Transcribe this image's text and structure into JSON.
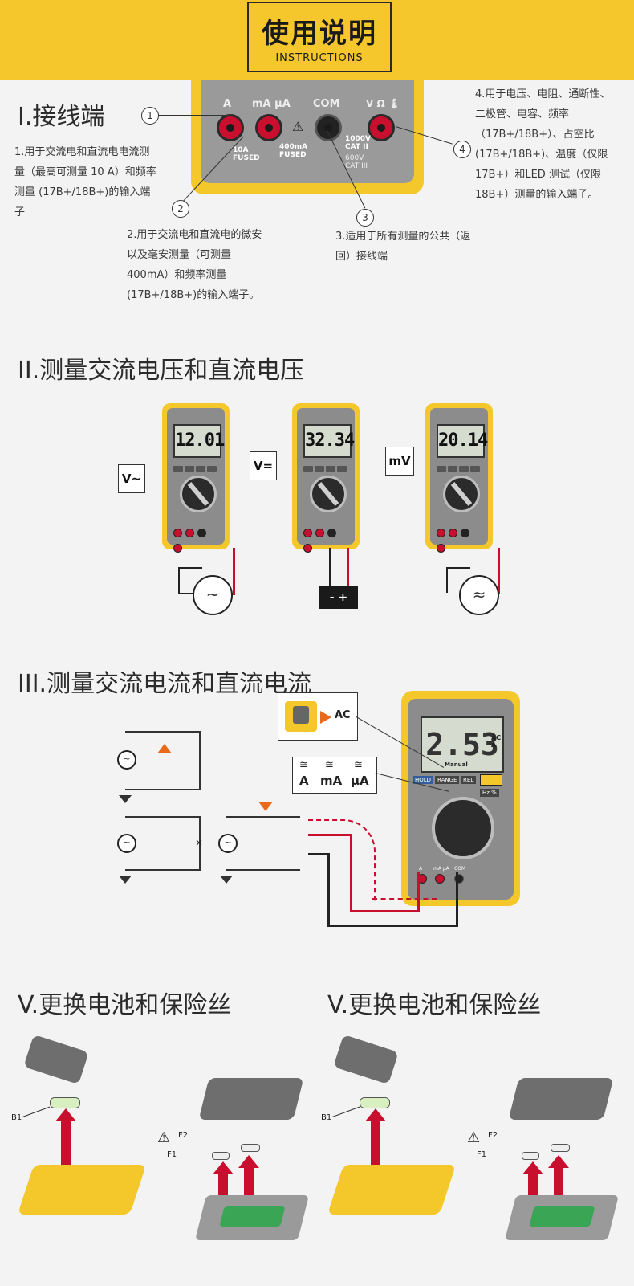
{
  "header": {
    "title_cn": "使用说明",
    "title_en": "INSTRUCTIONS"
  },
  "sections": {
    "terminals": {
      "title": "I.接线端",
      "jack_labels": [
        "A",
        "mA µA",
        "COM",
        "V Ω 🌡"
      ],
      "panel_texts": {
        "fuse_400": "400mA\nFUSED",
        "cat2": "1000V\nCAT II",
        "cat3": "600V\nCAT III",
        "fused_10": "10A\nFUSED"
      },
      "notes": [
        {
          "num": "1",
          "text": "1.用于交流电和直流电电流测量（最高可测量 10 A）和频率测量 (17B+/18B+)的输入端子"
        },
        {
          "num": "2",
          "text": "2.用于交流电和直流电的微安以及毫安测量（可测量 400mA）和频率测量(17B+/18B+)的输入端子。"
        },
        {
          "num": "3",
          "text": "3.适用于所有测量的公共（返回）接线端"
        },
        {
          "num": "4",
          "text": "4.用于电压、电阻、通断性、二极管、电容、频率（17B+/18B+）、占空比(17B+/18B+)、温度（仅限17B+）和LED 测试（仅限18B+）测量的输入端子。"
        }
      ]
    },
    "voltage": {
      "title": "II.测量交流电压和直流电压",
      "meters": [
        {
          "display": "12.01",
          "mode": "V~",
          "source": "~"
        },
        {
          "display": "32.34",
          "mode": "V=",
          "source": "- +"
        },
        {
          "display": "20.14",
          "mode": "mV",
          "source": "≈"
        }
      ]
    },
    "current": {
      "title": "III.测量交流电流和直流电流",
      "display": "2.53",
      "display_unit": "AC A",
      "display_sub": "Manual",
      "button_hint": "AC",
      "modes": [
        "A",
        "mA",
        "µA"
      ],
      "buttons": [
        "HOLD",
        "RANGE",
        "REL",
        "Hz %"
      ],
      "ports": [
        "A",
        "mA µA",
        "COM"
      ]
    },
    "battery": [
      {
        "title": "V.更换电池和保险丝",
        "labels": {
          "b1": "B1",
          "f1": "F1",
          "f2": "F2"
        }
      },
      {
        "title": "V.更换电池和保险丝",
        "labels": {
          "b1": "B1",
          "f1": "F1",
          "f2": "F2"
        }
      }
    ]
  },
  "colors": {
    "banner": "#f6c72c",
    "meter_body": "#f4c72b",
    "probe_red": "#c8102e"
  }
}
